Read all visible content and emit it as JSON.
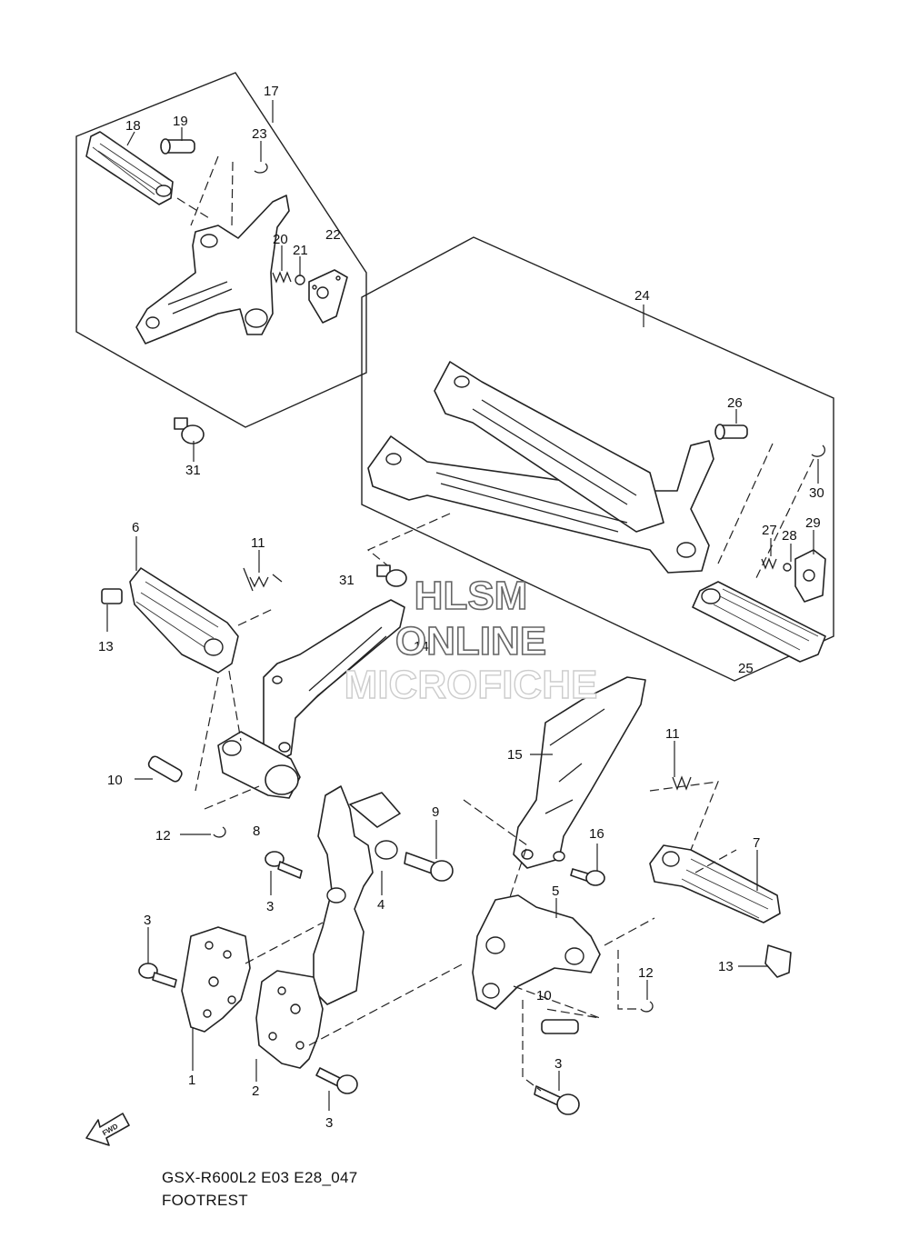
{
  "callouts": {
    "c1": "1",
    "c2": "2",
    "c3a": "3",
    "c3b": "3",
    "c3c": "3",
    "c3d": "3",
    "c4": "4",
    "c5": "5",
    "c6": "6",
    "c7": "7",
    "c8": "8",
    "c9": "9",
    "c10a": "10",
    "c10b": "10",
    "c11a": "11",
    "c11b": "11",
    "c12a": "12",
    "c12b": "12",
    "c13a": "13",
    "c13b": "13",
    "c14": "14",
    "c15": "15",
    "c16": "16",
    "c17": "17",
    "c18": "18",
    "c19": "19",
    "c20": "20",
    "c21": "21",
    "c22": "22",
    "c23": "23",
    "c24": "24",
    "c25": "25",
    "c26": "26",
    "c27": "27",
    "c28": "28",
    "c29": "29",
    "c30": "30",
    "c31a": "31",
    "c31b": "31"
  },
  "watermark": {
    "line1": "HLSM",
    "line2": "ONLINE",
    "line3": "MICROFICHE"
  },
  "direction_arrow": {
    "label": "FWD"
  },
  "footer": {
    "code": "GSX-R600L2 E03 E28_047",
    "title": "FOOTREST"
  }
}
